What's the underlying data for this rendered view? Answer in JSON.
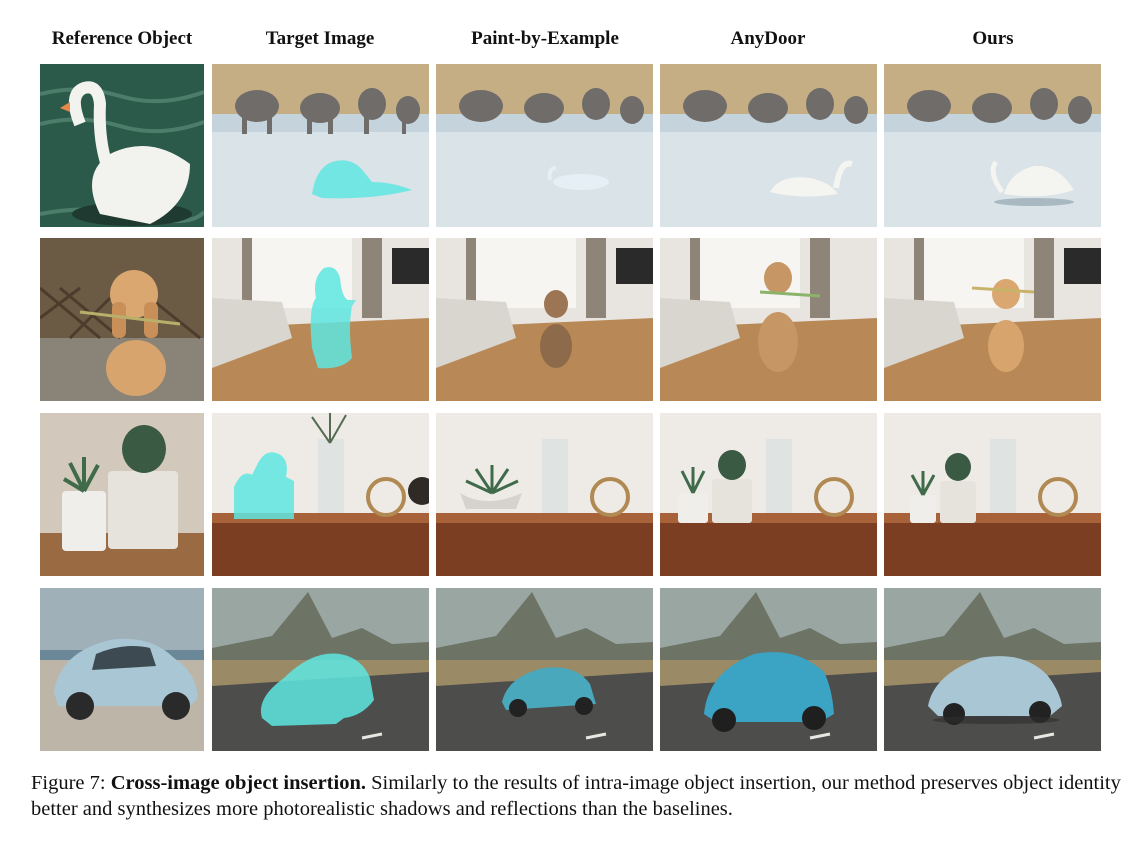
{
  "headers": [
    "Reference Object",
    "Target Image",
    "Paint-by-Example",
    "AnyDoor",
    "Ours"
  ],
  "caption": {
    "label": "Figure 7:",
    "title": "Cross-image object insertion.",
    "body": "Similarly to the results of intra-image object insertion, our method preserves object identity better and synthesizes more photorealistic shadows and reflections than the baselines."
  },
  "rows": [
    {
      "object": "swan",
      "scene": "elephants-lake",
      "target_icon": "swan-mask-icon"
    },
    {
      "object": "dog",
      "scene": "living-room",
      "target_icon": "dog-mask-icon"
    },
    {
      "object": "plants",
      "scene": "shelf",
      "target_icon": "plants-mask-icon"
    },
    {
      "object": "car",
      "scene": "desert-road",
      "target_icon": "car-mask-icon"
    }
  ],
  "colors": {
    "mask": "#5ee6e0"
  }
}
